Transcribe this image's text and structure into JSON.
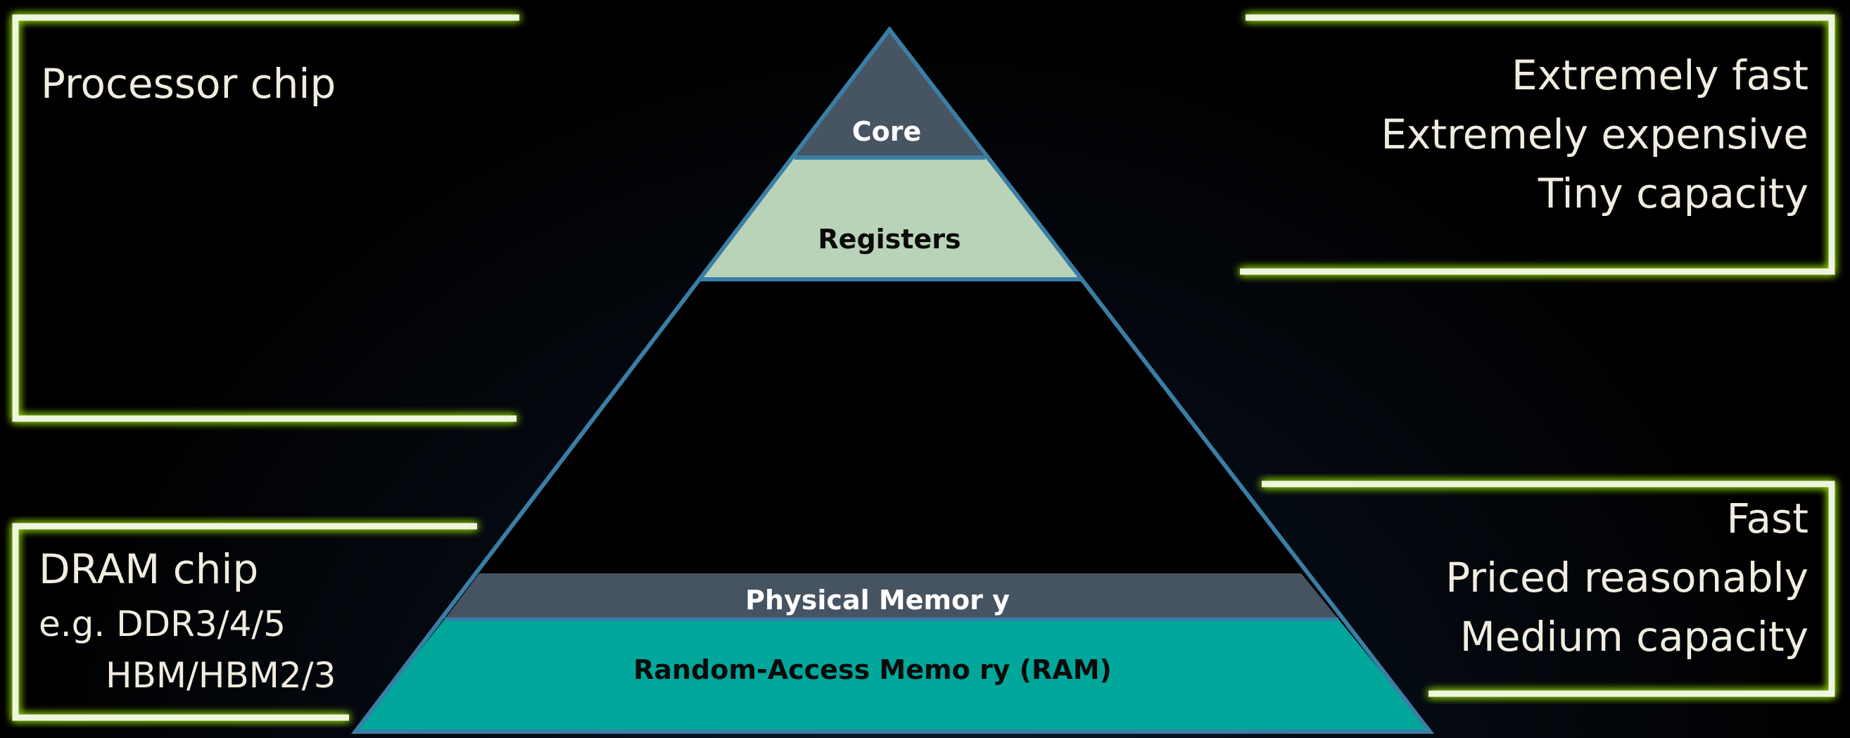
{
  "colors": {
    "background": "#000000",
    "frame_glow": "#eef6df",
    "pyramid_outline": "#3a7ea6",
    "core_fill": "#475462",
    "registers_fill": "#b9d3b8",
    "physical_memory_fill": "#465461",
    "ram_fill": "#00a79a",
    "light_text": "#ffffff",
    "dark_text": "#0a0a0a"
  },
  "pyramid": {
    "tiers": [
      {
        "id": "core",
        "label": "Core"
      },
      {
        "id": "registers",
        "label": "Registers"
      },
      {
        "id": "physical-memory",
        "label": "Physical Memor y"
      },
      {
        "id": "ram",
        "label": "Random-Access Memo ry (RAM)"
      }
    ]
  },
  "left_panels": {
    "processor": {
      "title": "Processor chip"
    },
    "dram": {
      "title": "DRAM chip",
      "example_line1": "e.g. DDR3/4/5",
      "example_line2": "HBM/HBM2/3"
    }
  },
  "right_panels": {
    "top": {
      "lines": [
        "Extremely fast",
        "Extremely expensive",
        "Tiny capacity"
      ]
    },
    "bottom": {
      "lines": [
        "Fast",
        "Priced reasonably",
        "Medium capacity"
      ]
    }
  }
}
